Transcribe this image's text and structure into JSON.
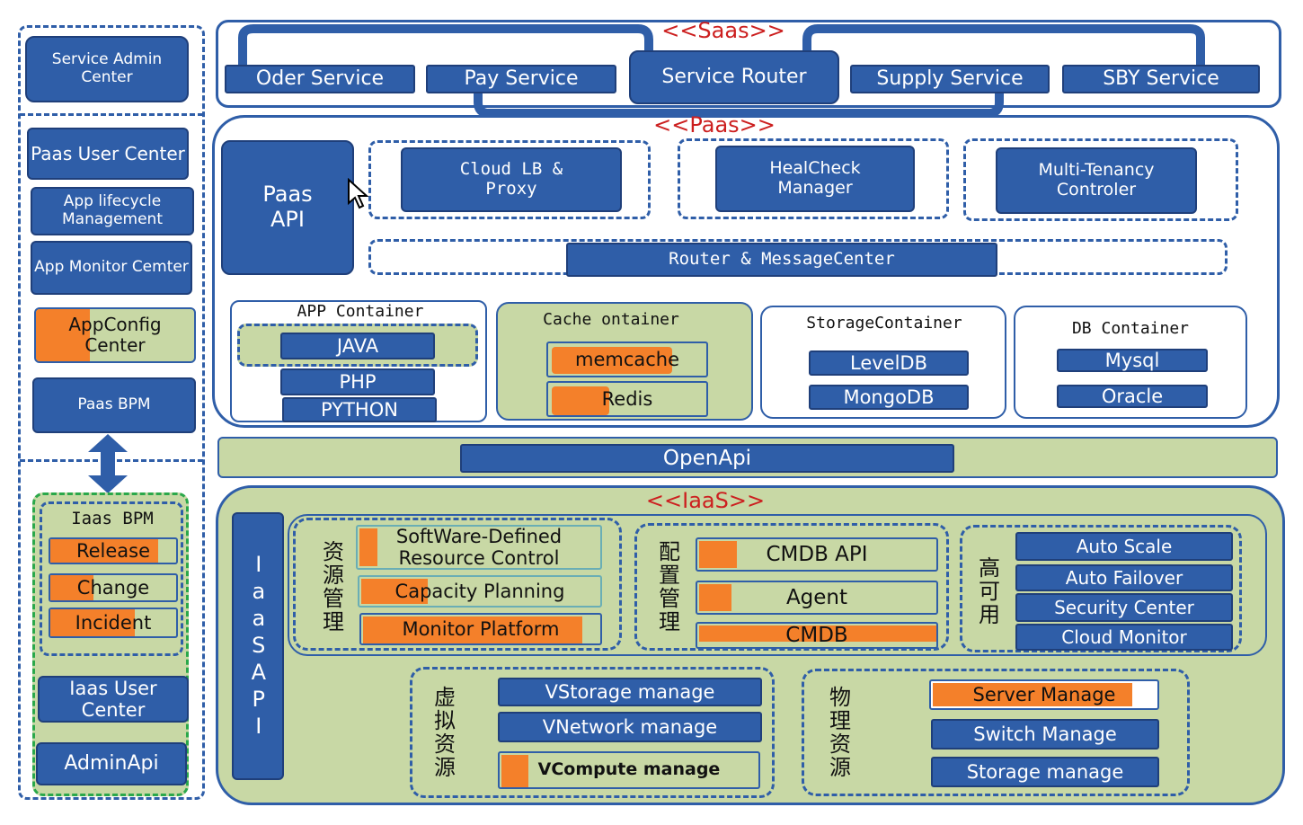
{
  "left": {
    "service_admin": "Service Admin Center",
    "paas_user_center": "Paas User Center",
    "app_lifecycle": "App lifecycle Management",
    "app_monitor": "App Monitor Cemter",
    "app_config": "AppConfig Center",
    "paas_bpm": "Paas BPM",
    "iaas_bpm": "Iaas BPM",
    "release": "Release",
    "change": "Change",
    "incident": "Incident",
    "iaas_user_center": "Iaas User Center",
    "admin_api": "AdminApi"
  },
  "saas": {
    "title": "<<Saas>>",
    "oder_service": "Oder Service",
    "pay_service": "Pay Service",
    "service_router": "Service Router",
    "supply_service": "Supply Service",
    "sby_service": "SBY Service"
  },
  "paas": {
    "title": "<<Paas>>",
    "paas_api": "Paas API",
    "cloud_lb": "Cloud LB & Proxy",
    "healthcheck": "HealCheck Manager",
    "multi_tenancy": "Multi-Tenancy Controler",
    "router_msg": "Router & MessageCenter",
    "app_container": {
      "title": "APP Container",
      "java": "JAVA",
      "php": "PHP",
      "python": "PYTHON"
    },
    "cache_container": {
      "title": "Cache ontainer",
      "memcache": "memcache",
      "redis": "Redis"
    },
    "storage_container": {
      "title": "StorageContainer",
      "leveldb": "LevelDB",
      "mongodb": "MongoDB"
    },
    "db_container": {
      "title": "DB Container",
      "mysql": "Mysql",
      "oracle": "Oracle"
    }
  },
  "openapi": "OpenApi",
  "iaas": {
    "title": "<<IaaS>>",
    "iaas_api": "IaaSAPI",
    "resource_mgmt": {
      "label": "资源管理",
      "sdrc": "SoftWare-Defined Resource Control",
      "capacity": "Capacity Planning",
      "monitor": "Monitor Platform"
    },
    "config_mgmt": {
      "label": "配置管理",
      "cmdb_api": "CMDB API",
      "agent": "Agent",
      "cmdb": "CMDB"
    },
    "ha": {
      "label": "高可用",
      "auto_scale": "Auto Scale",
      "auto_failover": "Auto Failover",
      "security_center": "Security Center",
      "cloud_monitor": "Cloud Monitor"
    },
    "virtual": {
      "label": "虚拟资源",
      "vstorage": "VStorage manage",
      "vnetwork": "VNetwork manage",
      "vcompute": "VCompute manage"
    },
    "physical": {
      "label": "物理资源",
      "server": "Server Manage",
      "switch": "Switch Manage",
      "storage": "Storage manage"
    }
  }
}
